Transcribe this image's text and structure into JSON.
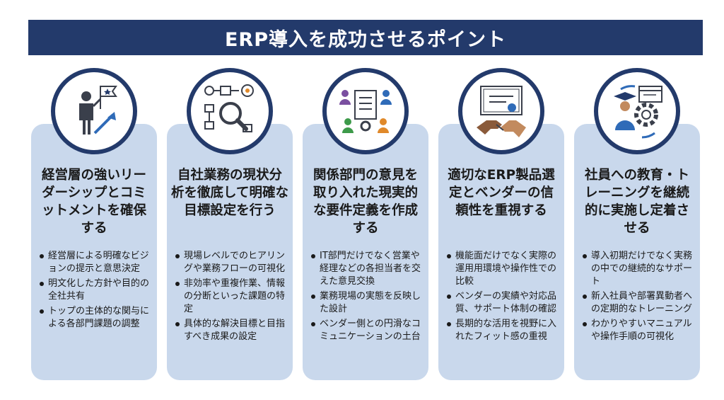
{
  "title": "ERP導入を成功させるポイント",
  "colors": {
    "banner": "#233a6b",
    "card": "#c9d8ec",
    "ring": "#233a6b",
    "accent": "#e0892a"
  },
  "cards": [
    {
      "icon": "leader-flag-growth-icon",
      "title": "経営層の強いリーダーシップとコミットメントを確保する",
      "bullets": [
        "経営層による明確なビジョンの提示と意思決定",
        "明文化した方針や目的の全社共有",
        "トップの主体的な関与による各部門課題の調整"
      ]
    },
    {
      "icon": "process-analysis-magnifier-icon",
      "title": "自社業務の現状分析を徹底して明確な目標設定を行う",
      "bullets": [
        "現場レベルでのヒアリングや業務フローの可視化",
        "非効率や重複作業、情報の分断といった課題の特定",
        "具体的な解決目標と目指すべき成果の設定"
      ]
    },
    {
      "icon": "team-requirements-document-icon",
      "title": "関係部門の意見を取り入れた現実的な要件定義を作成する",
      "bullets": [
        "IT部門だけでなく営業や経理などの各担当者を交えた意見交換",
        "業務現場の実態を反映した設計",
        "ベンダー側との円滑なコミュニケーションの土台"
      ]
    },
    {
      "icon": "certificate-handshake-icon",
      "title": "適切なERP製品選定とベンダーの信頼性を重視する",
      "bullets": [
        "機能面だけでなく実際の運用用環境や操作性での比較",
        "ベンダーの実績や対応品質、サポート体制の確認",
        "長期的な活用を視野に入れたフィット感の重視"
      ]
    },
    {
      "icon": "training-graduate-gear-icon",
      "title": "社員への教育・トレーニングを継続的に実施し定着させる",
      "bullets": [
        "導入初期だけでなく実務の中での継続的なサポート",
        "新入社員や部署異動者への定期的なトレーニング",
        "わかりやすいマニュアルや操作手順の可視化"
      ]
    }
  ]
}
